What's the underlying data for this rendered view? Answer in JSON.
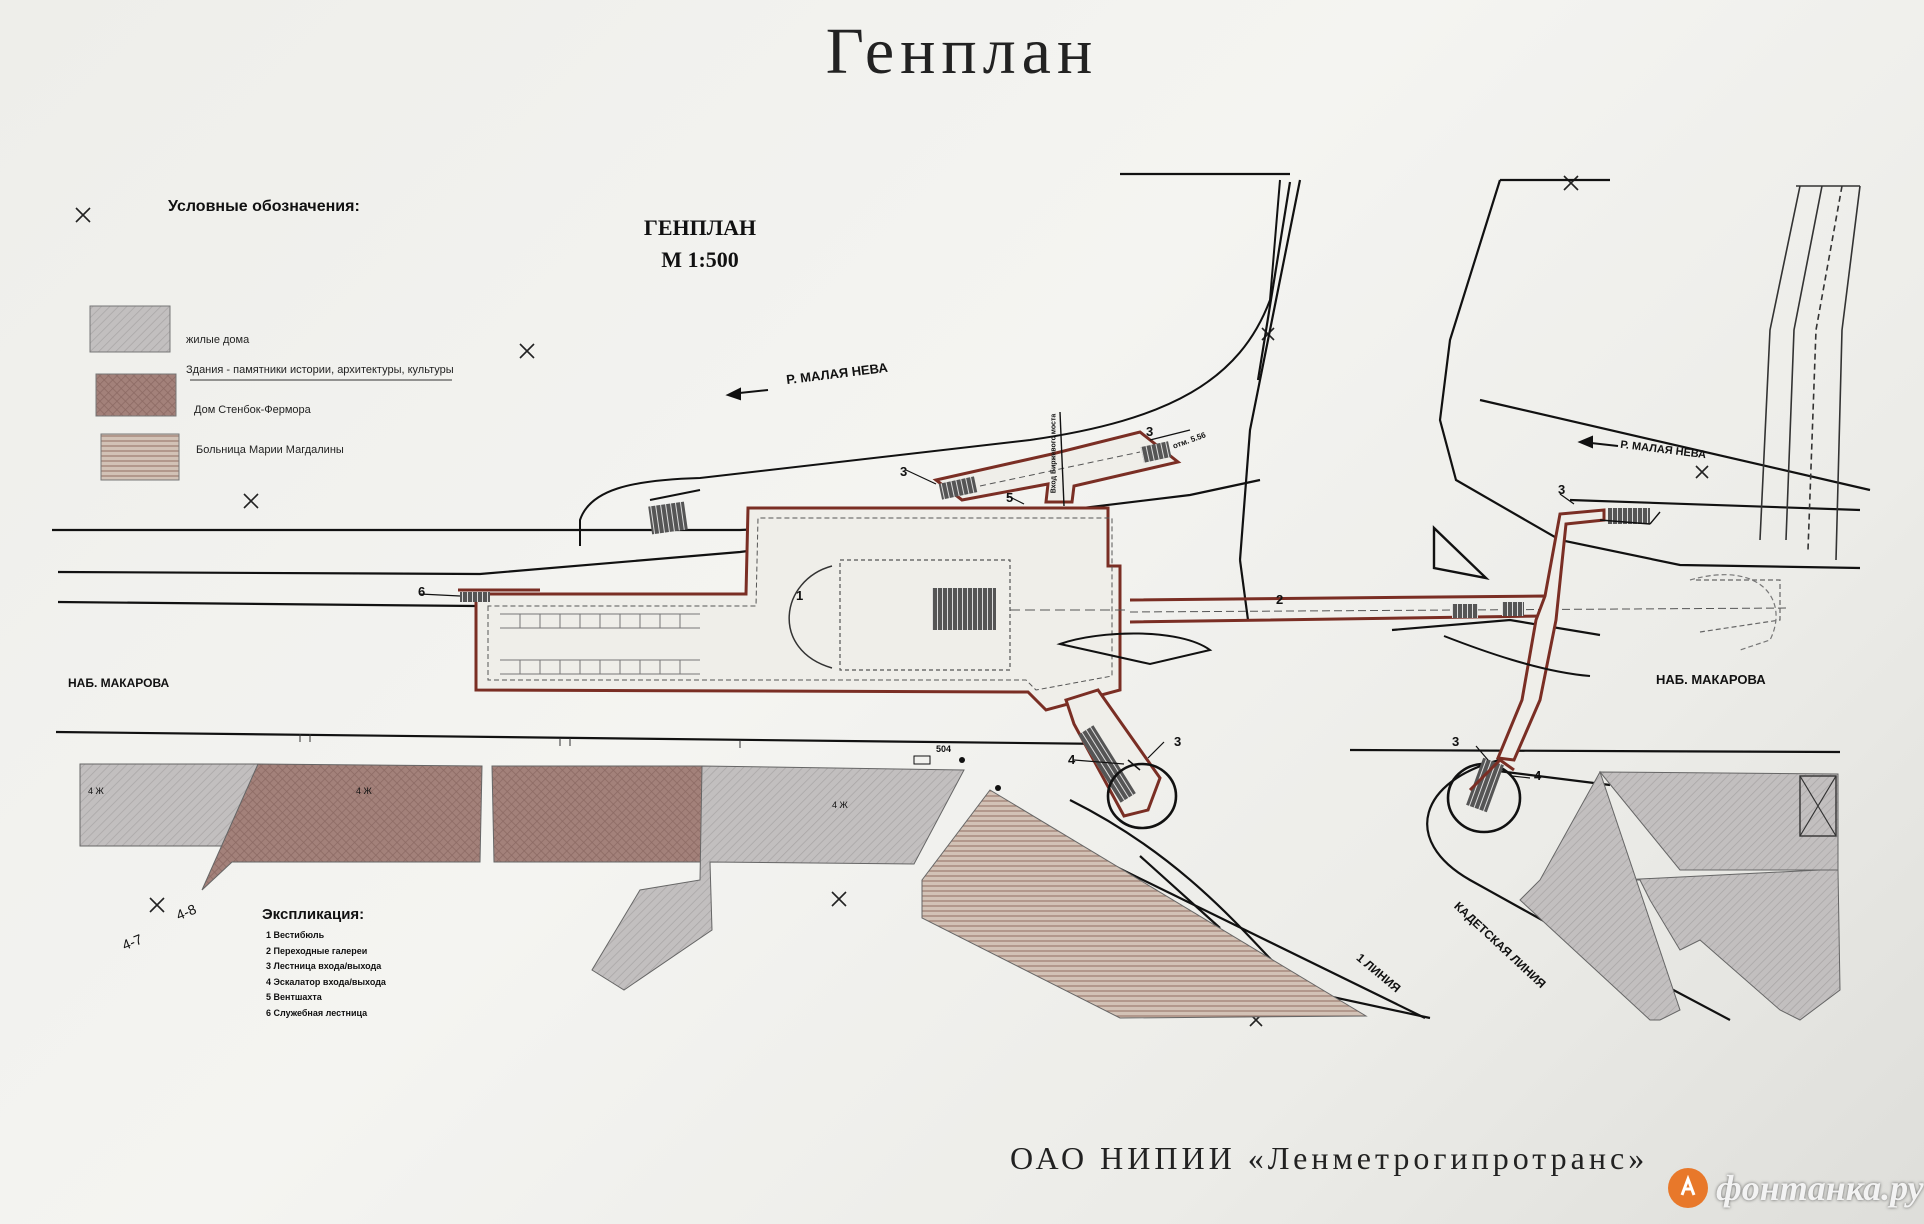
{
  "title": "Генплан",
  "plan_heading": {
    "line1": "ГЕНПЛАН",
    "line2": "М 1:500"
  },
  "legend": {
    "title": "Условные обозначения:",
    "items": [
      {
        "label": "жилые дома",
        "color": "#c2bfbf"
      },
      {
        "label": "Здания - памятники истории, архитектуры, культуры",
        "color": "#a3817a"
      },
      {
        "label": "Дом Стенбок-Фермора",
        "color": "#a3817a"
      },
      {
        "label": "Больница Марии Магдалины",
        "color": "#c9b5a8"
      }
    ]
  },
  "labels": {
    "river_left": "Р. МАЛАЯ НЕВА",
    "river_right": "Р. МАЛАЯ НЕВА",
    "embankment_left": "НАБ. МАКАРОВА",
    "embankment_right": "НАБ. МАКАРОВА",
    "line1": "1 ЛИНИЯ",
    "kadet": "КАДЕТСКАЯ ЛИНИЯ",
    "axis_a": "4-7",
    "axis_b": "4-8",
    "mark_504": "504",
    "level": "отм. 5.56",
    "vertical_note": "Вход Биржевого моста"
  },
  "callouts": [
    "1",
    "2",
    "3",
    "3",
    "3",
    "3",
    "3",
    "4",
    "4",
    "5",
    "6"
  ],
  "building_tags": [
    "4 Ж",
    "4 Ж",
    "4 Ж"
  ],
  "explication": {
    "title": "Экспликация:",
    "items": [
      "1 Вестибюль",
      "2 Переходные галереи",
      "3 Лестница входа/выхода",
      "4 Эскалатор входа/выхода",
      "5 Вентшахта",
      "6 Служебная лестница"
    ]
  },
  "org": "ОАО  НИПИИ  «Ленметрогипротранс»",
  "watermark": "фонтанка.ру",
  "colors": {
    "outline": "#7a2e24",
    "line": "#111111",
    "residential": "#c2bfbf",
    "heritage": "#a3817a"
  }
}
